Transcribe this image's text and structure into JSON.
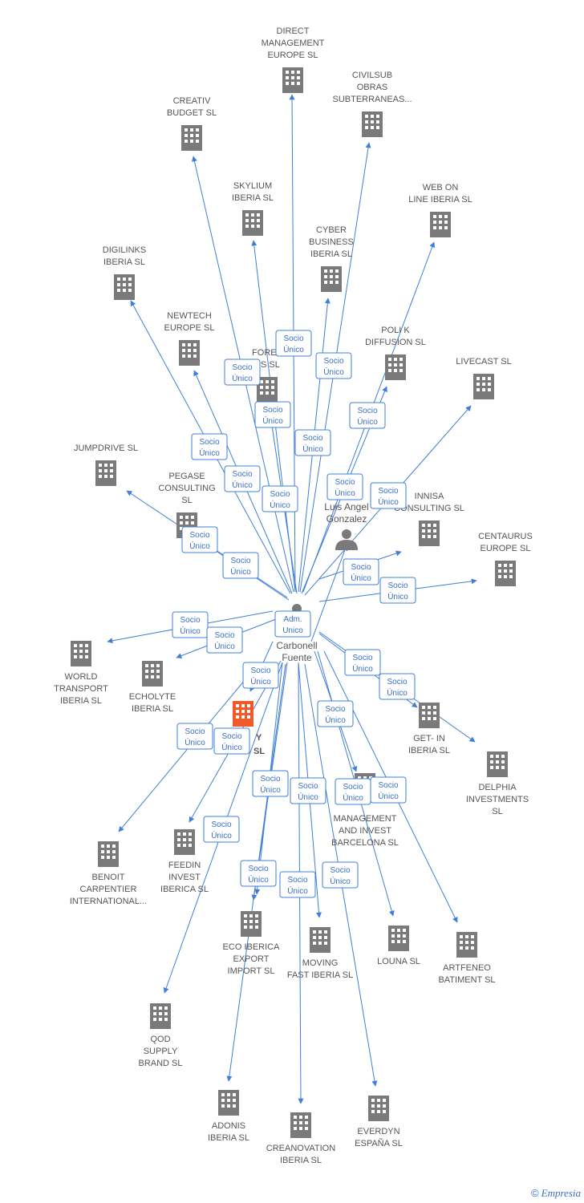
{
  "colors": {
    "edge": "#3f7fd8",
    "building": "#7a7a7a",
    "focus_building": "#f25a2a",
    "label": "#555555",
    "rel_text": "#3a6fc4"
  },
  "center": {
    "name_lines": [
      "Carbonell",
      "Fuente"
    ],
    "icon": "person-icon"
  },
  "second_person": {
    "name_lines": [
      "Luis Angel",
      "Gonzalez"
    ],
    "icon": "person-icon"
  },
  "focus_company": {
    "name_lines": [
      "Y",
      "SL"
    ],
    "icon": "building-icon"
  },
  "companies": [
    {
      "id": "direct",
      "lines": [
        "DIRECT",
        "MANAGEMENT",
        "EUROPE SL"
      ]
    },
    {
      "id": "civilsub",
      "lines": [
        "CIVILSUB",
        "OBRAS",
        "SUBTERRANEAS..."
      ]
    },
    {
      "id": "creativ",
      "lines": [
        "CREATIV",
        "BUDGET  SL"
      ]
    },
    {
      "id": "skylium",
      "lines": [
        "SKYLIUM",
        "IBERIA SL"
      ]
    },
    {
      "id": "webon",
      "lines": [
        "WEB ON",
        "LINE IBERIA SL"
      ]
    },
    {
      "id": "cyber",
      "lines": [
        "CYBER",
        "BUSINESS",
        "IBERIA SL"
      ]
    },
    {
      "id": "digilinks",
      "lines": [
        "DIGILINKS",
        "IBERIA SL"
      ]
    },
    {
      "id": "newtech",
      "lines": [
        "NEWTECH",
        "EUROPE SL"
      ]
    },
    {
      "id": "polik",
      "lines": [
        "POLI K",
        "DIFFUSION  SL"
      ]
    },
    {
      "id": "fores",
      "lines": [
        "FORES",
        "RS  SL"
      ]
    },
    {
      "id": "livecast",
      "lines": [
        "LIVECAST SL"
      ]
    },
    {
      "id": "jumpdrive",
      "lines": [
        "JUMPDRIVE SL"
      ]
    },
    {
      "id": "pegase",
      "lines": [
        "PEGASE",
        "CONSULTING",
        "SL"
      ]
    },
    {
      "id": "innisa",
      "lines": [
        "INNISA",
        "CONSULTING SL"
      ]
    },
    {
      "id": "centaurus",
      "lines": [
        "CENTAURUS",
        "EUROPE SL"
      ]
    },
    {
      "id": "world",
      "lines": [
        "WORLD",
        "TRANSPORT",
        "IBERIA SL"
      ]
    },
    {
      "id": "echolyte",
      "lines": [
        "ECHOLYTE",
        "IBERIA  SL"
      ]
    },
    {
      "id": "getin",
      "lines": [
        "GET- IN",
        "IBERIA SL"
      ]
    },
    {
      "id": "delphia",
      "lines": [
        "DELPHIA",
        "INVESTMENTS",
        "SL"
      ]
    },
    {
      "id": "management",
      "lines": [
        "MANAGEMENT",
        "AND INVEST",
        "BARCELONA SL"
      ]
    },
    {
      "id": "benoit",
      "lines": [
        "BENOIT",
        "CARPENTIER",
        "INTERNATIONAL..."
      ]
    },
    {
      "id": "feedin",
      "lines": [
        "FEEDIN",
        "INVEST",
        "IBERICA SL"
      ]
    },
    {
      "id": "ecoiberica",
      "lines": [
        "ECO IBERICA",
        "EXPORT",
        "IMPORT  SL"
      ]
    },
    {
      "id": "moving",
      "lines": [
        "MOVING",
        "FAST IBERIA SL"
      ]
    },
    {
      "id": "louna",
      "lines": [
        "LOUNA  SL"
      ]
    },
    {
      "id": "artfeneo",
      "lines": [
        "ARTFENEO",
        "BATIMENT  SL"
      ]
    },
    {
      "id": "qod",
      "lines": [
        "QOD",
        "SUPPLY",
        "BRAND  SL"
      ]
    },
    {
      "id": "adonis",
      "lines": [
        "ADONIS",
        "IBERIA SL"
      ]
    },
    {
      "id": "creanovation",
      "lines": [
        "CREANOVATION",
        "IBERIA SL"
      ]
    },
    {
      "id": "everdyn",
      "lines": [
        "EVERDYN",
        "ESPAÑA  SL"
      ]
    }
  ],
  "relation_labels": {
    "socio_unico": [
      "Socio",
      "Único"
    ],
    "adm_unico": [
      "Adm.",
      "Unico"
    ]
  },
  "relations": [
    {
      "label": "socio_unico"
    },
    {
      "label": "socio_unico"
    },
    {
      "label": "socio_unico"
    },
    {
      "label": "socio_unico"
    },
    {
      "label": "socio_unico"
    },
    {
      "label": "socio_unico"
    },
    {
      "label": "socio_unico"
    },
    {
      "label": "socio_unico"
    },
    {
      "label": "socio_unico"
    },
    {
      "label": "socio_unico"
    },
    {
      "label": "socio_unico"
    },
    {
      "label": "socio_unico"
    },
    {
      "label": "socio_unico"
    },
    {
      "label": "socio_unico"
    },
    {
      "label": "socio_unico"
    },
    {
      "label": "socio_unico"
    },
    {
      "label": "adm_unico"
    },
    {
      "label": "socio_unico"
    },
    {
      "label": "socio_unico"
    },
    {
      "label": "socio_unico"
    },
    {
      "label": "socio_unico"
    },
    {
      "label": "socio_unico"
    },
    {
      "label": "socio_unico"
    },
    {
      "label": "socio_unico"
    },
    {
      "label": "socio_unico"
    },
    {
      "label": "socio_unico"
    },
    {
      "label": "socio_unico"
    },
    {
      "label": "socio_unico"
    },
    {
      "label": "socio_unico"
    },
    {
      "label": "socio_unico"
    },
    {
      "label": "socio_unico"
    },
    {
      "label": "socio_unico"
    },
    {
      "label": "socio_unico"
    }
  ],
  "brand": {
    "copyright": "©",
    "name": "Empresia"
  }
}
